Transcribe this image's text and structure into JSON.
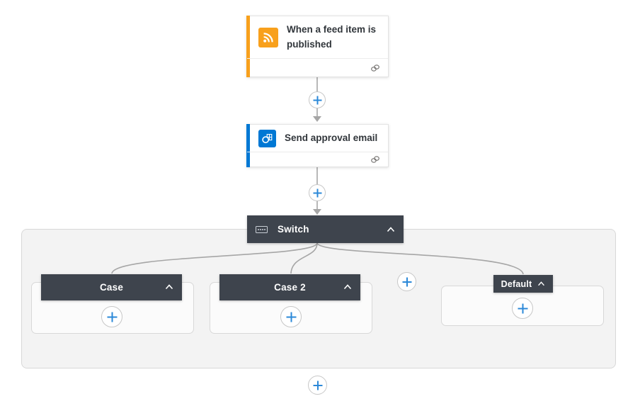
{
  "trigger_card": {
    "title": "When a feed item is published",
    "accent_color": "#f8a01c",
    "icon": "rss-icon"
  },
  "action_card": {
    "title": "Send approval email",
    "accent_color": "#0078d4",
    "icon": "outlook-icon"
  },
  "switch": {
    "label": "Switch",
    "icon": "switch-control-icon",
    "header_color": "#3e444d",
    "collapse_state": "expanded",
    "cases": [
      {
        "label": "Case"
      },
      {
        "label": "Case 2"
      },
      {
        "label": "Default"
      }
    ]
  },
  "colors": {
    "plus_blue": "#2b88d8",
    "connector_gray": "#a6a6a6",
    "scope_background": "#f3f3f3",
    "case_background": "#fbfbfb",
    "canvas_background": "#ffffff"
  }
}
